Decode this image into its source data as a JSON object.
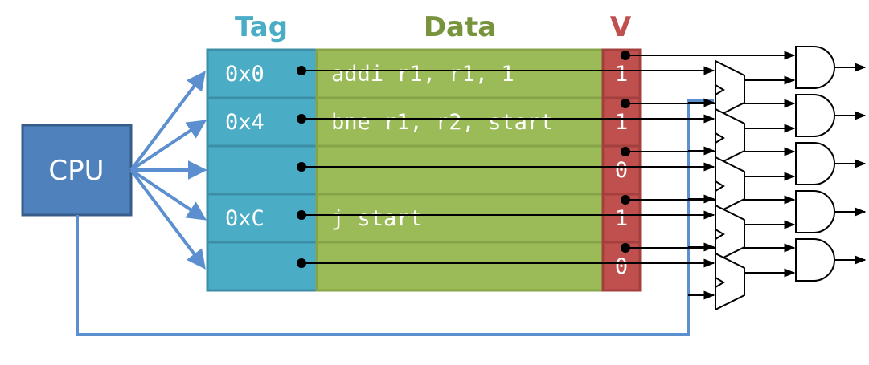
{
  "headers": {
    "tag": "Tag",
    "data": "Data",
    "valid": "V"
  },
  "cpu_label": "CPU",
  "rows": [
    {
      "tag": "0x0",
      "data": "addi r1, r1, 1",
      "valid": "1"
    },
    {
      "tag": "0x4",
      "data": "bne r1, r2, start",
      "valid": "1"
    },
    {
      "tag": "",
      "data": "",
      "valid": "0"
    },
    {
      "tag": "0xC",
      "data": "j start",
      "valid": "1"
    },
    {
      "tag": "",
      "data": "",
      "valid": "0"
    }
  ],
  "colors": {
    "tag_fill": "#4bacc6",
    "tag_header": "#4bacc6",
    "data_fill": "#9bbb59",
    "data_header": "#77933c",
    "valid_fill": "#c0504d",
    "valid_header": "#c0504d",
    "cpu_fill": "#4f81bd",
    "cpu_border": "#385d8a",
    "arrow": "#5b8fcf",
    "wire": "#000000",
    "cell_text": "#ffffff"
  },
  "icons": [
    "cpu-box",
    "comparator-icon",
    "and-gate-icon"
  ]
}
